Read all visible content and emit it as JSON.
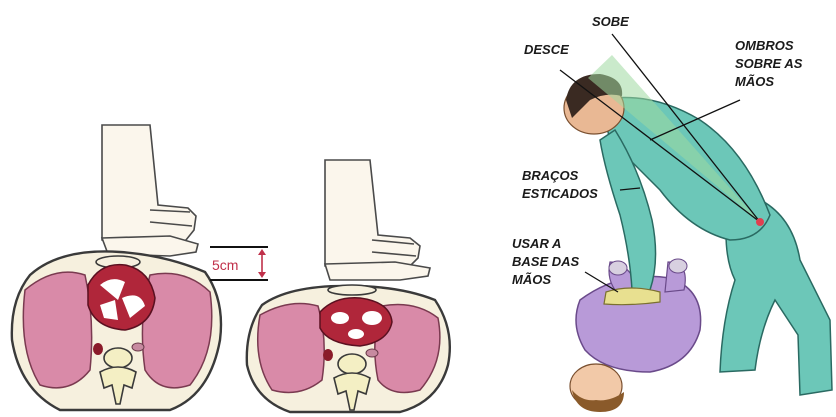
{
  "measure": {
    "text": "5cm",
    "color": "#c0304a"
  },
  "labels": {
    "sobe": "SOBE",
    "desce": "DESCE",
    "ombros": [
      "OMBROS",
      "SOBRE AS",
      "MÃOS"
    ],
    "bracos": [
      "BRAÇOS",
      "ESTICADOS"
    ],
    "usar": [
      "USAR A",
      "BASE DAS",
      "MÃOS"
    ]
  },
  "colors": {
    "lung": "#d98aa8",
    "heart": "#b0263a",
    "skin": "#f6f0de",
    "shirt": "#6cc7b8",
    "victim_shirt": "#b89ad8"
  }
}
